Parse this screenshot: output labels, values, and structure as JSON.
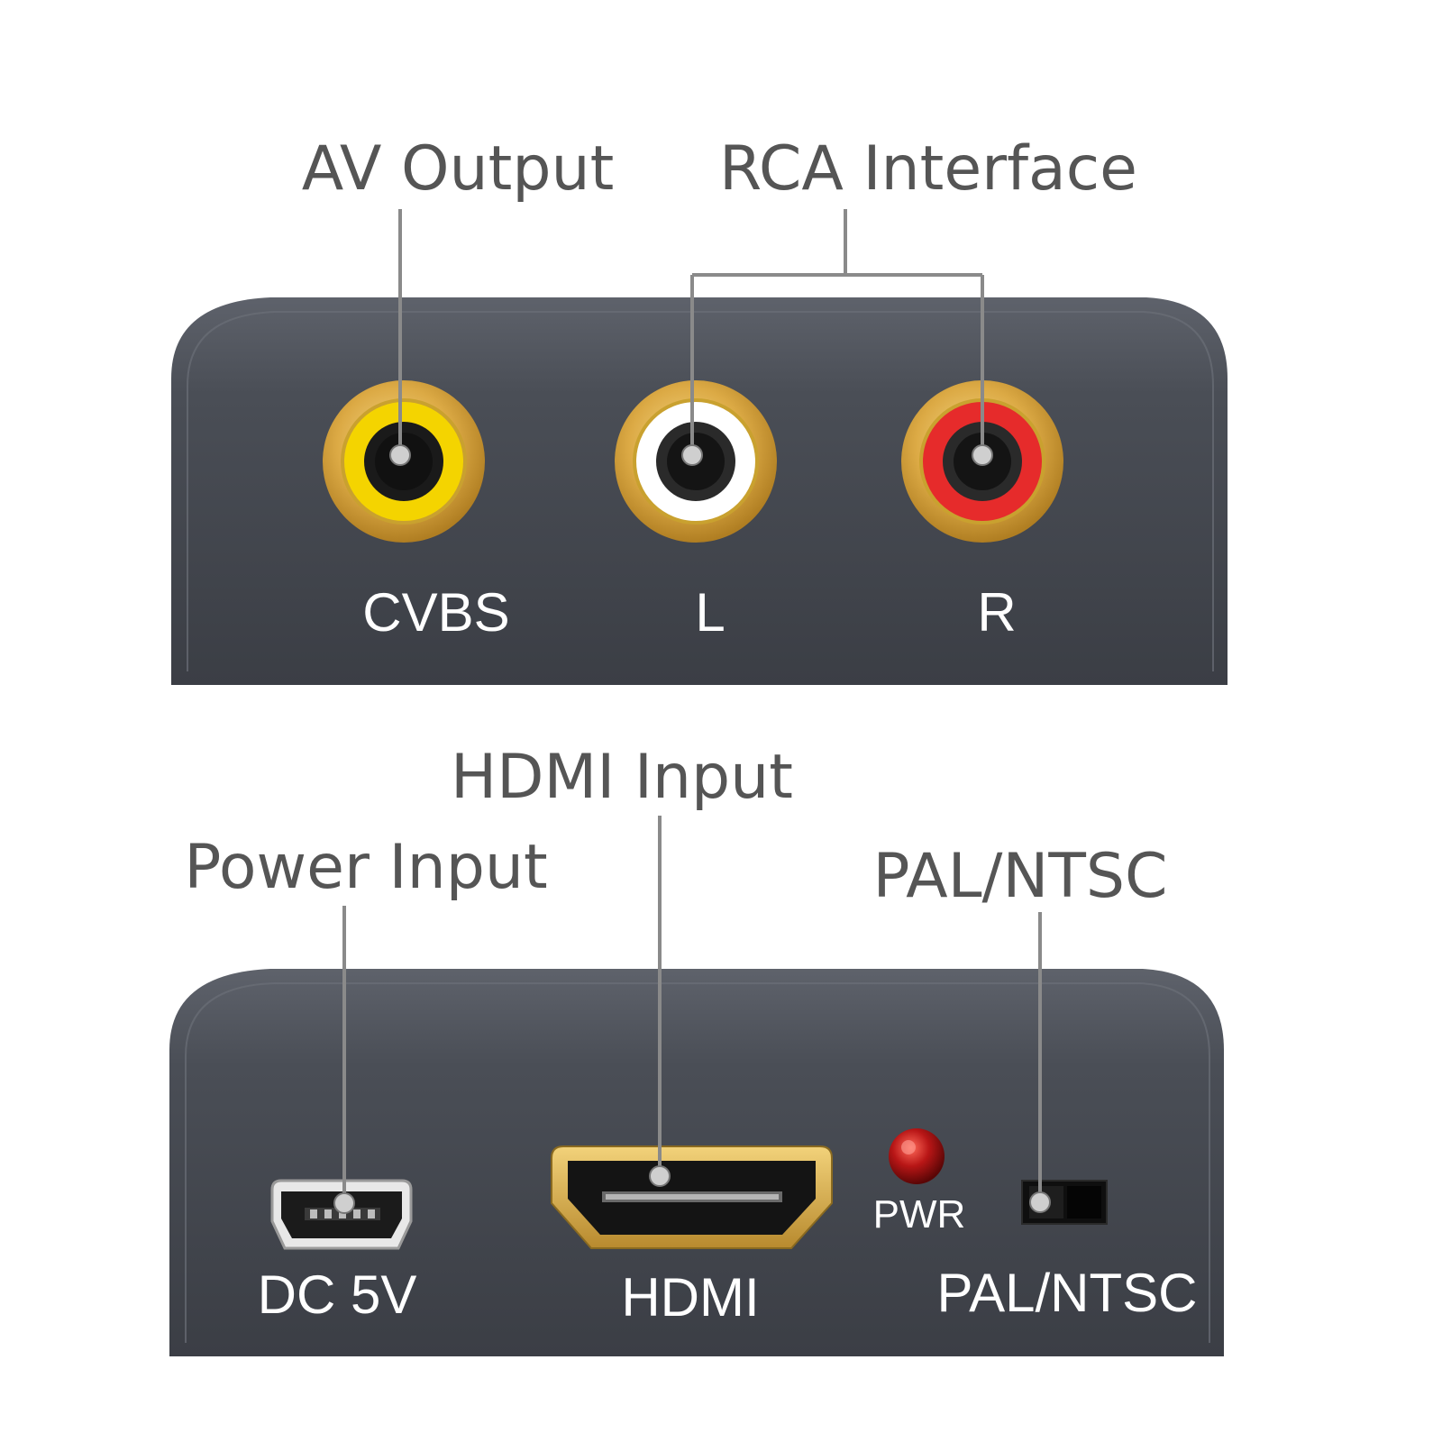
{
  "top_panel": {
    "callouts": {
      "av_output": "AV Output",
      "rca_interface": "RCA Interface"
    },
    "ports": {
      "cvbs": "CVBS",
      "left": "L",
      "right": "R"
    }
  },
  "bottom_panel": {
    "callouts": {
      "hdmi_input": "HDMI Input",
      "power_input": "Power Input",
      "pal_ntsc": "PAL/NTSC"
    },
    "ports": {
      "dc": "DC 5V",
      "hdmi": "HDMI",
      "pwr": "PWR",
      "pal_ntsc": "PAL/NTSC"
    }
  },
  "colors": {
    "panel": "#43464d",
    "gold": "#d8a63a",
    "cvbs_ring": "#f4d400",
    "left_ring": "#ffffff",
    "right_ring": "#e62b2b",
    "led": "#b01414"
  }
}
